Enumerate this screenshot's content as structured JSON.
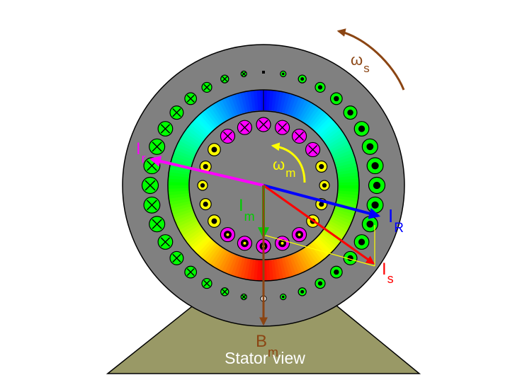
{
  "caption": "Stator view",
  "labels": {
    "omega_s": "ω",
    "omega_s_sub": "s",
    "omega_m": "ω",
    "omega_m_sub": "m",
    "Ir": "I",
    "Ir_sub": "r",
    "IR": "I",
    "IR_sub": "R",
    "Im": "I",
    "Im_sub": "m",
    "Is": "I",
    "Is_sub": "s",
    "Bm": "B",
    "Bm_sub": "m"
  },
  "colors": {
    "stator": "#808080",
    "base": "#999966",
    "omega_s": "#8b4513",
    "omega_m": "#ffff00",
    "Ir": "#ff00ff",
    "IR": "#0000ff",
    "Im": "#00cc00",
    "Is": "#ff0000",
    "Bm": "#8b4513",
    "stator_conductor": "#00ff00",
    "rotor_conductor_a": "#ff00ff",
    "rotor_conductor_b": "#ffff00"
  }
}
